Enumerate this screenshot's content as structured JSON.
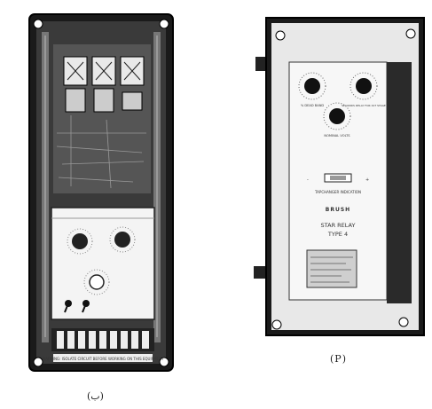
{
  "photos": {
    "left": {
      "caption": "(ب)",
      "warning_text": "WARNING: ISOLATE CIRCUIT BEFORE WORKING ON THIS EQUIPMENT"
    },
    "right": {
      "caption": "(P)",
      "panel_top_left_dial": "% DEAD BAND",
      "panel_top_right_dial": "SECONDS DELAY FOR 1ST STAGE",
      "panel_mid_dial": "NOMINAL VOLTS",
      "indicator_label": "TAPCHANGER INDICATION",
      "brand": "BRUSH",
      "product_line1": "STAR RELAY",
      "product_line2": "TYPE 4"
    }
  }
}
